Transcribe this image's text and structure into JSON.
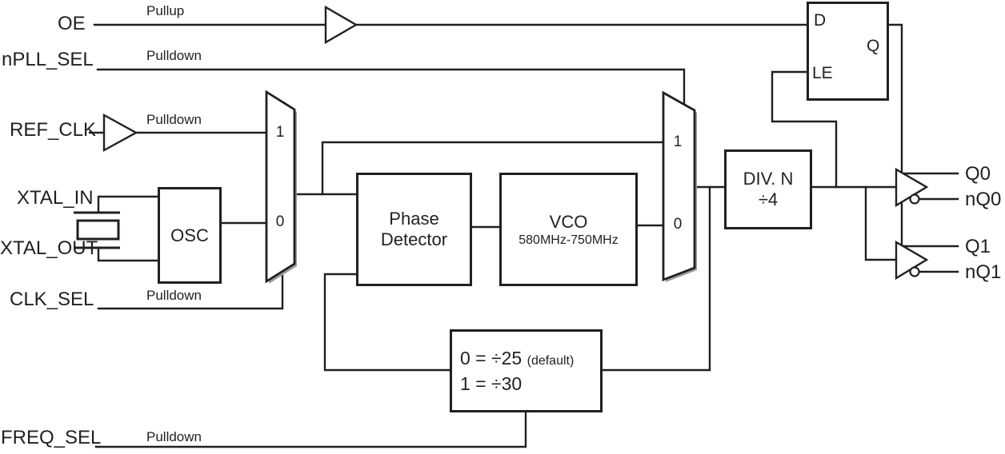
{
  "inputs": [
    {
      "id": "oe",
      "label": "OE",
      "annotation": "Pullup"
    },
    {
      "id": "npll_sel",
      "label": "nPLL_SEL",
      "annotation": "Pulldown"
    },
    {
      "id": "ref_clk",
      "label": "REF_CLK",
      "annotation": "Pulldown"
    },
    {
      "id": "xtal_in",
      "label": "XTAL_IN",
      "annotation": ""
    },
    {
      "id": "xtal_out",
      "label": "XTAL_OUT",
      "annotation": ""
    },
    {
      "id": "clk_sel",
      "label": "CLK_SEL",
      "annotation": "Pulldown"
    },
    {
      "id": "freq_sel",
      "label": "FREQ_SEL",
      "annotation": "Pulldown"
    }
  ],
  "blocks": {
    "osc": {
      "label": "OSC"
    },
    "phase_detector": {
      "line1": "Phase",
      "line2": "Detector"
    },
    "vco": {
      "label": "VCO",
      "range": "580MHz-750MHz"
    },
    "div_n": {
      "line1": "DIV. N",
      "line2": "÷4"
    },
    "latch": {
      "d": "D",
      "le": "LE",
      "q": "Q"
    },
    "fb_divider": {
      "line1": "0 = ÷25",
      "line1_note": "(default)",
      "line2": "1 = ÷30"
    }
  },
  "muxes": {
    "mux1": {
      "in1": "1",
      "in0": "0"
    },
    "mux2": {
      "in1": "1",
      "in0": "0"
    }
  },
  "outputs": [
    {
      "label": "Q0"
    },
    {
      "label": "nQ0"
    },
    {
      "label": "Q1"
    },
    {
      "label": "nQ1"
    }
  ],
  "colors": {
    "line": "#231f20",
    "background": "#ffffff",
    "mux_shadow": "#9b9b9b"
  }
}
